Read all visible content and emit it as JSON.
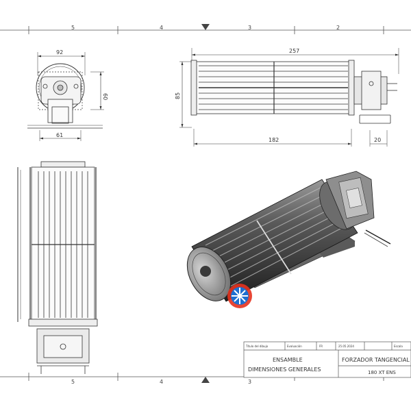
{
  "sheet": {
    "zone_labels_top": [
      "5",
      "4",
      "3",
      "2"
    ],
    "zone_labels_bottom": [
      "5",
      "4",
      "3"
    ]
  },
  "front_view": {
    "dim_width": "92",
    "dim_height": "60",
    "dim_base": "61"
  },
  "side_view": {
    "dim_overall": "257",
    "dim_height": "85",
    "dim_body": "182",
    "dim_motor": "20"
  },
  "title_block": {
    "header_cells": [
      "Título del dibujo",
      "Evaluación",
      "FR",
      "25.05.2024",
      "",
      "Escala"
    ],
    "drawing_name_line1": "ENSAMBLE",
    "drawing_name_line2": "DIMENSIONES GENERALES",
    "part_name": "FORZADOR TANGENCIAL",
    "part_code": "180 XT ENS"
  },
  "logo": {
    "colors": [
      "#1e6fd0",
      "#e5321e"
    ]
  }
}
